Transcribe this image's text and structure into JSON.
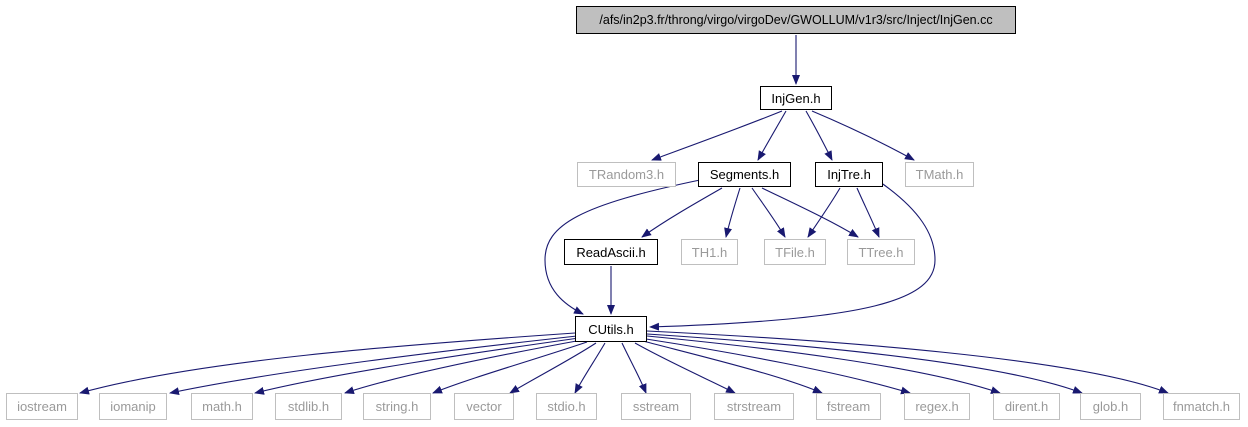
{
  "root": "/afs/in2p3.fr/throng/virgo/virgoDev/GWOLLUM/v1r3/src/Inject/InjGen.cc",
  "nodes": {
    "injgen": "InjGen.h",
    "trandom3": "TRandom3.h",
    "segments": "Segments.h",
    "injtre": "InjTre.h",
    "tmath": "TMath.h",
    "readascii": "ReadAscii.h",
    "th1": "TH1.h",
    "tfile": "TFile.h",
    "ttree": "TTree.h",
    "cutils": "CUtils.h",
    "iostream": "iostream",
    "iomanip": "iomanip",
    "math": "math.h",
    "stdlib": "stdlib.h",
    "string": "string.h",
    "vector": "vector",
    "stdio": "stdio.h",
    "sstream": "sstream",
    "strstream": "strstream",
    "fstream": "fstream",
    "regex": "regex.h",
    "dirent": "dirent.h",
    "glob": "glob.h",
    "fnmatch": "fnmatch.h"
  },
  "colors": {
    "edge": "#191970",
    "root_fill": "#bfbfbf",
    "system_border": "#bfbfbf",
    "system_text": "#9a9a9a"
  }
}
